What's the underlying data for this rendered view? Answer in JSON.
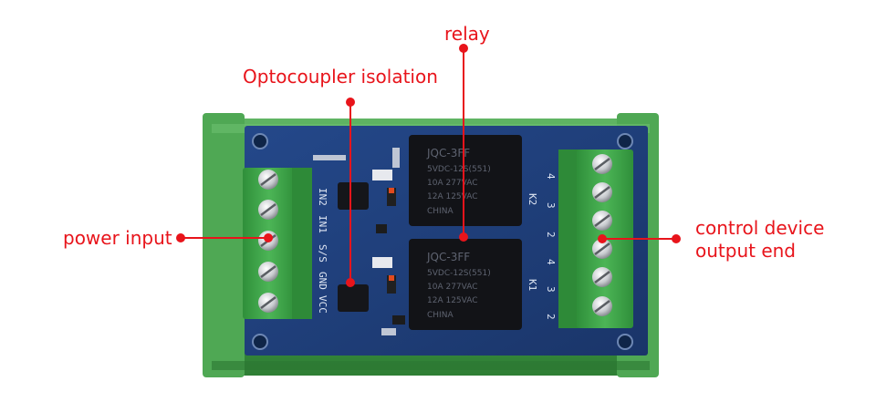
{
  "callouts": {
    "relay": "relay",
    "optocoupler": "Optocoupler isolation",
    "power_input": "power input",
    "control_output_line1": "control device",
    "control_output_line2": "output end"
  },
  "board": {
    "relay_text_lines": [
      "JQC-3FF",
      "5VDC-12S(551)",
      "10A 277VAC",
      "12A 125VAC",
      "CHINA"
    ],
    "left_terminal_labels": [
      "IN2",
      "IN1",
      "S/S",
      "GND",
      "VCC"
    ],
    "right_terminal_numbers_top": [
      "4",
      "3",
      "2"
    ],
    "right_terminal_numbers_bottom": [
      "4",
      "3",
      "2"
    ],
    "relay_ids": [
      "K2",
      "K1"
    ]
  },
  "colors": {
    "callout": "#e8141b",
    "rail": "#4aa04f",
    "pcb": "#1e3d7a",
    "terminal": "#3fa84a",
    "relay_body": "#121317"
  }
}
